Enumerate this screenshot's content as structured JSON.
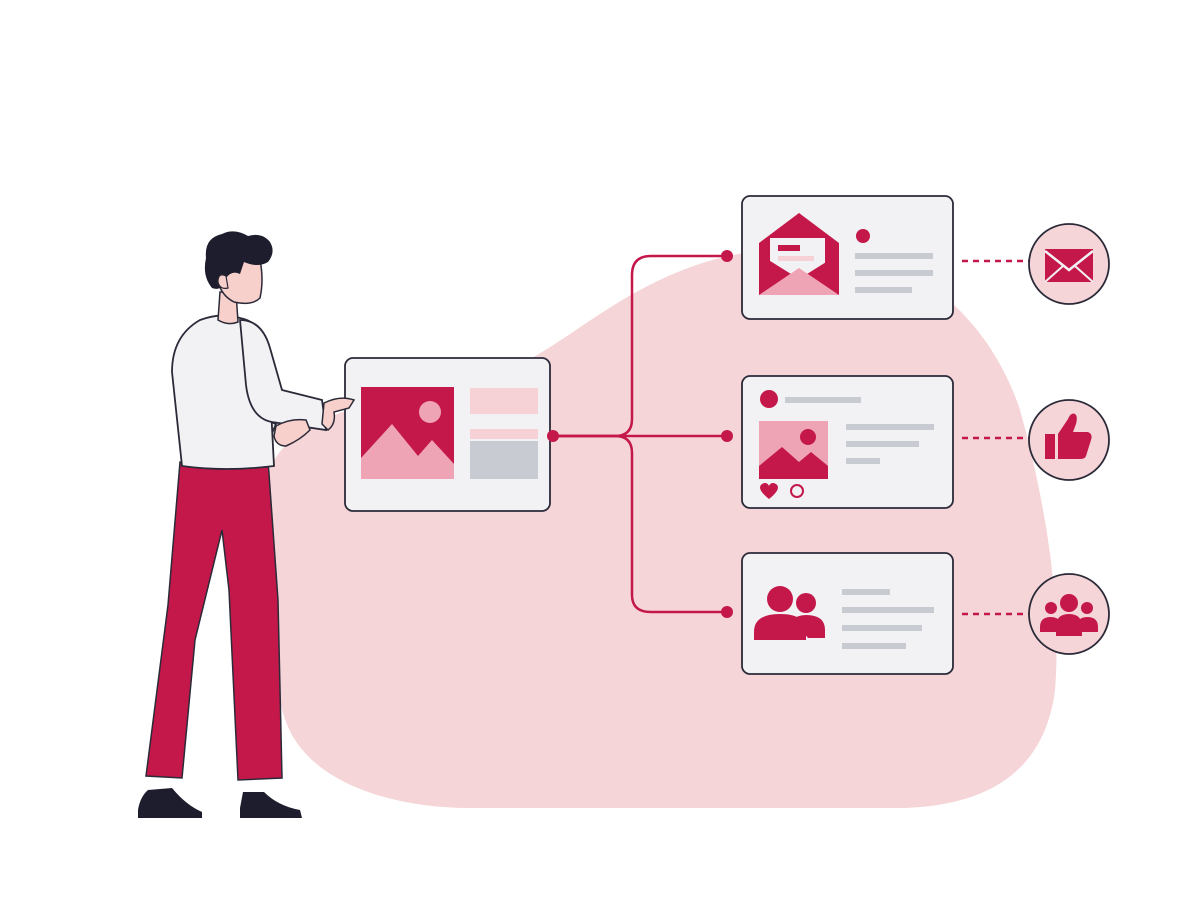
{
  "palette": {
    "accent": "#C4184A",
    "accent_light": "#EFA4B6",
    "accent_pale": "#F6D1D5",
    "blob": "#F5D5D8",
    "card_fill": "#F2F1F4",
    "card_stroke": "#2B2A38",
    "placeholder_line": "#C9CBD3",
    "skin": "#F7CFCB",
    "hair": "#1E1D2E",
    "shirt": "#F2F1F4",
    "pants": "#C4184A",
    "shoes": "#1E1D2E",
    "background": "#FFFFFF"
  },
  "diagram": {
    "source_card": {
      "icon": "image-icon",
      "content_blocks": [
        "image",
        "text-block",
        "text-block"
      ]
    },
    "branches": [
      {
        "name": "email",
        "card_icon": "open-envelope-icon",
        "badge_icon": "envelope-icon"
      },
      {
        "name": "social-post",
        "card_icon": "image-icon",
        "reaction_icons": [
          "heart-icon",
          "comment-icon"
        ],
        "badge_icon": "thumbs-up-icon"
      },
      {
        "name": "community",
        "card_icon": "users-icon",
        "badge_icon": "group-icon"
      }
    ],
    "connector_style": "solid-from-source, dashed-to-badges",
    "figure": "person-presenting-card"
  }
}
